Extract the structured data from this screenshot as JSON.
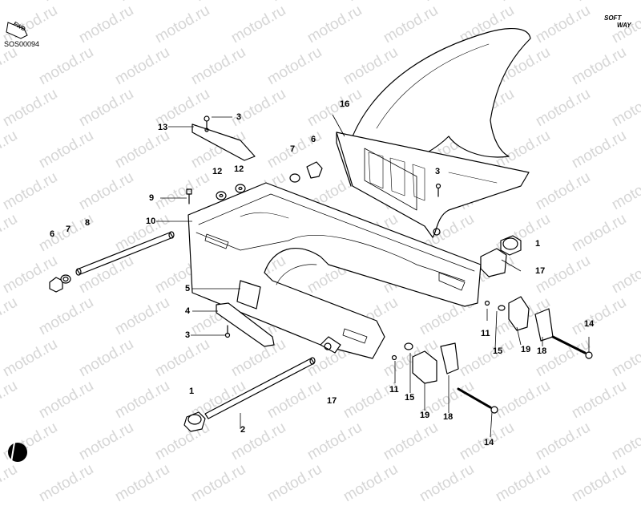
{
  "diagram_code": "SOS00094",
  "brand": {
    "line1": "SOFT",
    "line2": "WAY"
  },
  "forward_indicator": "FWD",
  "watermark": "motod.ru",
  "callouts": [
    {
      "id": "c1a",
      "text": "1"
    },
    {
      "id": "c1b",
      "text": "1"
    },
    {
      "id": "c2",
      "text": "2"
    },
    {
      "id": "c3a",
      "text": "3"
    },
    {
      "id": "c3b",
      "text": "3"
    },
    {
      "id": "c3c",
      "text": "3"
    },
    {
      "id": "c4",
      "text": "4"
    },
    {
      "id": "c5",
      "text": "5"
    },
    {
      "id": "c6a",
      "text": "6"
    },
    {
      "id": "c6b",
      "text": "6"
    },
    {
      "id": "c7a",
      "text": "7"
    },
    {
      "id": "c7b",
      "text": "7"
    },
    {
      "id": "c8",
      "text": "8"
    },
    {
      "id": "c9",
      "text": "9"
    },
    {
      "id": "c10",
      "text": "10"
    },
    {
      "id": "c11a",
      "text": "11"
    },
    {
      "id": "c11b",
      "text": "11"
    },
    {
      "id": "c12a",
      "text": "12"
    },
    {
      "id": "c12b",
      "text": "12"
    },
    {
      "id": "c13",
      "text": "13"
    },
    {
      "id": "c14a",
      "text": "14"
    },
    {
      "id": "c14b",
      "text": "14"
    },
    {
      "id": "c15a",
      "text": "15"
    },
    {
      "id": "c15b",
      "text": "15"
    },
    {
      "id": "c16",
      "text": "16"
    },
    {
      "id": "c17a",
      "text": "17"
    },
    {
      "id": "c17b",
      "text": "17"
    },
    {
      "id": "c18a",
      "text": "18"
    },
    {
      "id": "c18b",
      "text": "18"
    },
    {
      "id": "c19a",
      "text": "19"
    },
    {
      "id": "c19b",
      "text": "19"
    }
  ]
}
